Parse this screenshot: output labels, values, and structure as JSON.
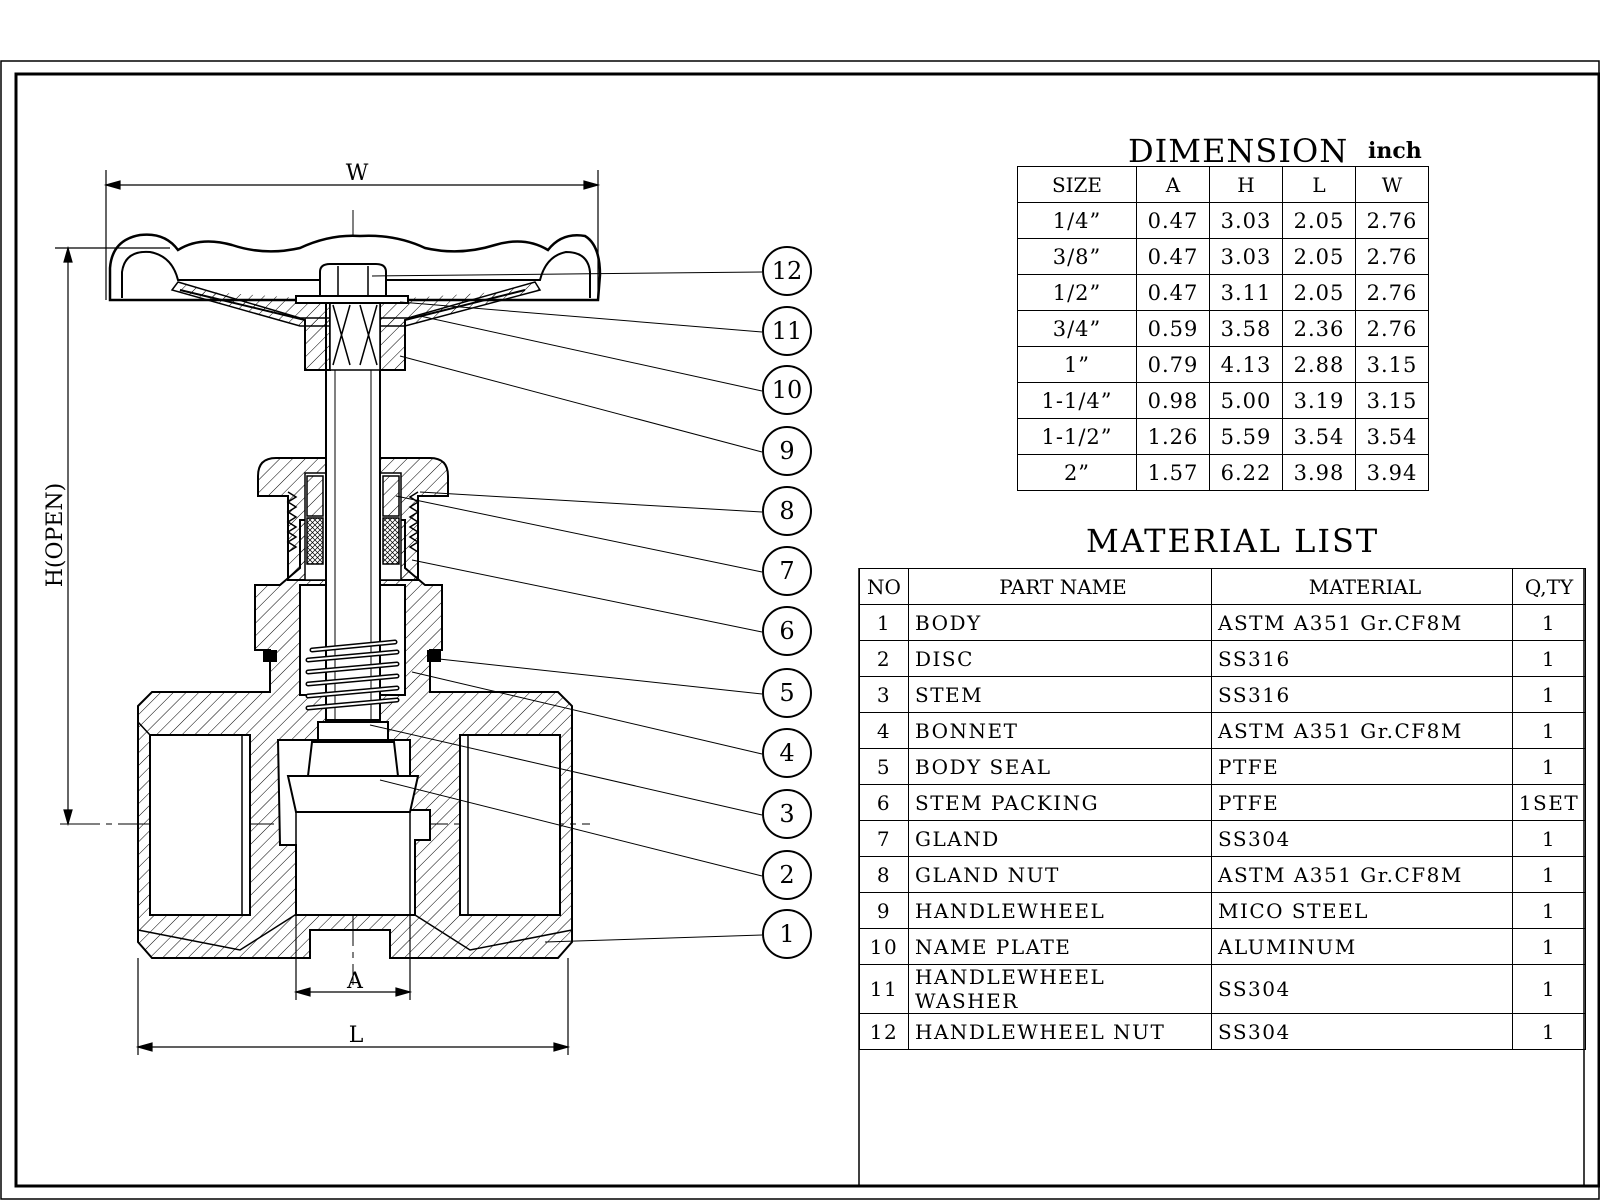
{
  "dimension": {
    "title": "DIMENSION",
    "unit": "inch",
    "headers": [
      "SIZE",
      "A",
      "H",
      "L",
      "W"
    ],
    "rows": [
      [
        "1/4”",
        "0.47",
        "3.03",
        "2.05",
        "2.76"
      ],
      [
        "3/8”",
        "0.47",
        "3.03",
        "2.05",
        "2.76"
      ],
      [
        "1/2”",
        "0.47",
        "3.11",
        "2.05",
        "2.76"
      ],
      [
        "3/4”",
        "0.59",
        "3.58",
        "2.36",
        "2.76"
      ],
      [
        "1”",
        "0.79",
        "4.13",
        "2.88",
        "3.15"
      ],
      [
        "1-1/4”",
        "0.98",
        "5.00",
        "3.19",
        "3.15"
      ],
      [
        "1-1/2”",
        "1.26",
        "5.59",
        "3.54",
        "3.54"
      ],
      [
        "2”",
        "1.57",
        "6.22",
        "3.98",
        "3.94"
      ]
    ]
  },
  "material_list": {
    "title": "MATERIAL LIST",
    "headers": [
      "NO",
      "PART NAME",
      "MATERIAL",
      "Q,TY"
    ],
    "rows": [
      [
        "1",
        "BODY",
        "ASTM A351 Gr.CF8M",
        "1"
      ],
      [
        "2",
        "DISC",
        "SS316",
        "1"
      ],
      [
        "3",
        "STEM",
        "SS316",
        "1"
      ],
      [
        "4",
        "BONNET",
        "ASTM A351 Gr.CF8M",
        "1"
      ],
      [
        "5",
        "BODY SEAL",
        "PTFE",
        "1"
      ],
      [
        "6",
        "STEM PACKING",
        "PTFE",
        "1SET"
      ],
      [
        "7",
        "GLAND",
        "SS304",
        "1"
      ],
      [
        "8",
        "GLAND NUT",
        "ASTM A351 Gr.CF8M",
        "1"
      ],
      [
        "9",
        "HANDLEWHEEL",
        "MICO STEEL",
        "1"
      ],
      [
        "10",
        "NAME PLATE",
        "ALUMINUM",
        "1"
      ],
      [
        "11",
        "HANDLEWHEEL WASHER",
        "SS304",
        "1"
      ],
      [
        "12",
        "HANDLEWHEEL NUT",
        "SS304",
        "1"
      ]
    ]
  },
  "drawing": {
    "dim_labels": {
      "w": "W",
      "h": "H(OPEN)",
      "a": "A",
      "l": "L"
    },
    "balloons": [
      "12",
      "11",
      "10",
      "9",
      "8",
      "7",
      "6",
      "5",
      "4",
      "3",
      "2",
      "1"
    ]
  }
}
